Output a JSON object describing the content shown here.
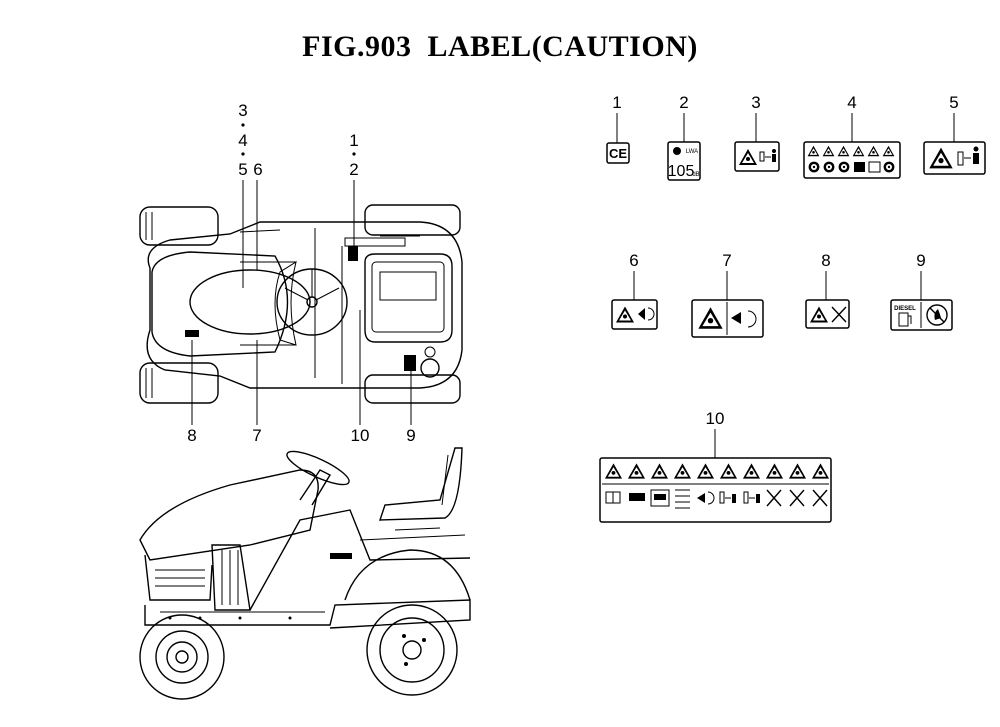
{
  "title": {
    "fig": "FIG.903",
    "caption": "LABEL(CAUTION)"
  },
  "top_view_callouts": [
    "3",
    "4",
    "5",
    "6",
    "1",
    "2",
    "8",
    "7",
    "10",
    "9"
  ],
  "labels": [
    {
      "number": "1",
      "text": "CE"
    },
    {
      "number": "2",
      "text": "105",
      "unit": "LWA",
      "suffix": "dB"
    },
    {
      "number": "3"
    },
    {
      "number": "4"
    },
    {
      "number": "5"
    },
    {
      "number": "6"
    },
    {
      "number": "7"
    },
    {
      "number": "8"
    },
    {
      "number": "9",
      "text": "DIESEL"
    },
    {
      "number": "10"
    }
  ]
}
